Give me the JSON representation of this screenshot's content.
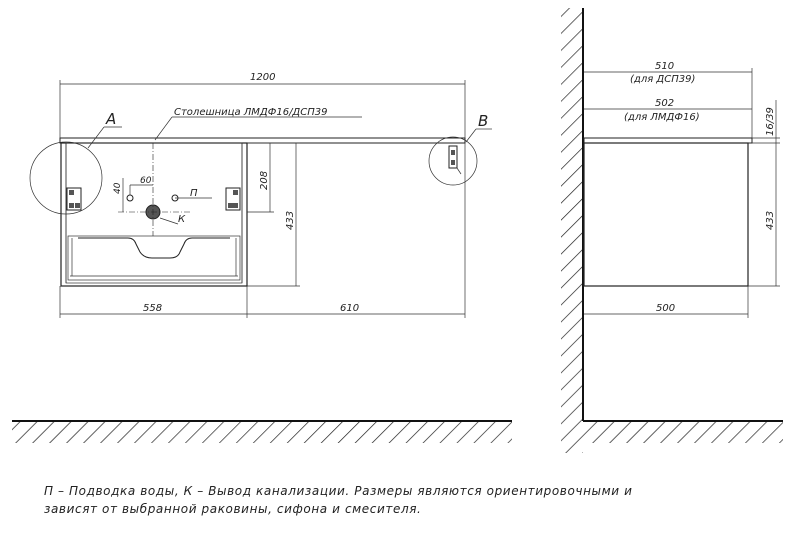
{
  "front_view": {
    "dim_total_width": "1200",
    "dim_cabinet_width": "558",
    "dim_right_offset": "610",
    "dim_height": "433",
    "dim_inner_height": "208",
    "dim_40": "40",
    "dim_60": "60",
    "label_countertop": "Столешница ЛМДФ16/ДСП39",
    "label_A": "A",
    "label_B": "B",
    "label_P": "П",
    "label_K": "К"
  },
  "side_view": {
    "dim_510": "510",
    "note_dsp39": "(для ДСП39)",
    "dim_502": "502",
    "note_lmdf16": "(для ЛМДФ16)",
    "dim_16_39": "16/39",
    "dim_433": "433",
    "dim_500": "500"
  },
  "note": {
    "line1": "П – Подводка воды, К – Вывод канализации. Размеры являются ориентировочными и",
    "line2": "зависят от выбранной раковины, сифона и смесителя."
  }
}
